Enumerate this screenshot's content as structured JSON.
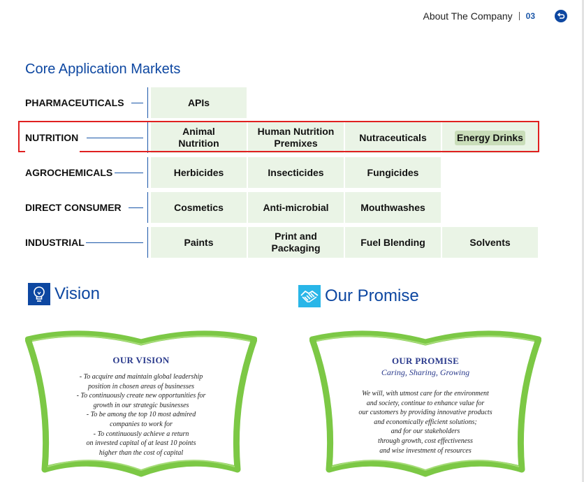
{
  "header": {
    "title": "About The Company",
    "page_number": "03"
  },
  "section_title": "Core Application Markets",
  "markets": [
    {
      "label": "PHARMACEUTICALS",
      "items": [
        "APIs"
      ]
    },
    {
      "label": "NUTRITION",
      "items": [
        "Animal\nNutrition",
        "Human Nutrition\nPremixes",
        "Nutraceuticals",
        "Energy Drinks"
      ],
      "highlighted_item": "Energy Drinks"
    },
    {
      "label": "AGROCHEMICALS",
      "items": [
        "Herbicides",
        "Insecticides",
        "Fungicides"
      ]
    },
    {
      "label": "DIRECT CONSUMER",
      "items": [
        "Cosmetics",
        "Anti-microbial",
        "Mouthwashes"
      ]
    },
    {
      "label": "INDUSTRIAL",
      "items": [
        "Paints",
        "Print and\nPackaging",
        "Fuel Blending",
        "Solvents"
      ]
    }
  ],
  "vision": {
    "heading": "Vision",
    "card_title": "OUR VISION",
    "lines": [
      "- To acquire and maintain global leadership",
      "position in chosen areas of businesses",
      "- To continuously create new opportunities for",
      "growth in our strategic businesses",
      "- To be among the top 10 most admired",
      "companies to work for",
      "- To continuously achieve a return",
      "on invested capital of at least 10 points",
      "higher than the cost of capital"
    ]
  },
  "promise": {
    "heading": "Our Promise",
    "card_title": "OUR PROMISE",
    "card_subtitle": "Caring, Sharing, Growing",
    "lines": [
      "We will, with utmost care for the environment",
      "and society, continue to enhance value for",
      "our customers by providing innovative products",
      "and economically efficient solutions;",
      "and for our stakeholders",
      "through growth, cost effectiveness",
      "and wise investment of resources"
    ]
  },
  "colors": {
    "accent": "#0d47a1",
    "cell_bg": "#eaf4e6",
    "highlight_box": "#e02020",
    "leaf_green": "#7cc845"
  },
  "icons": {
    "back": "back-arrow-icon",
    "vision": "lightbulb-icon",
    "promise": "handshake-icon"
  }
}
